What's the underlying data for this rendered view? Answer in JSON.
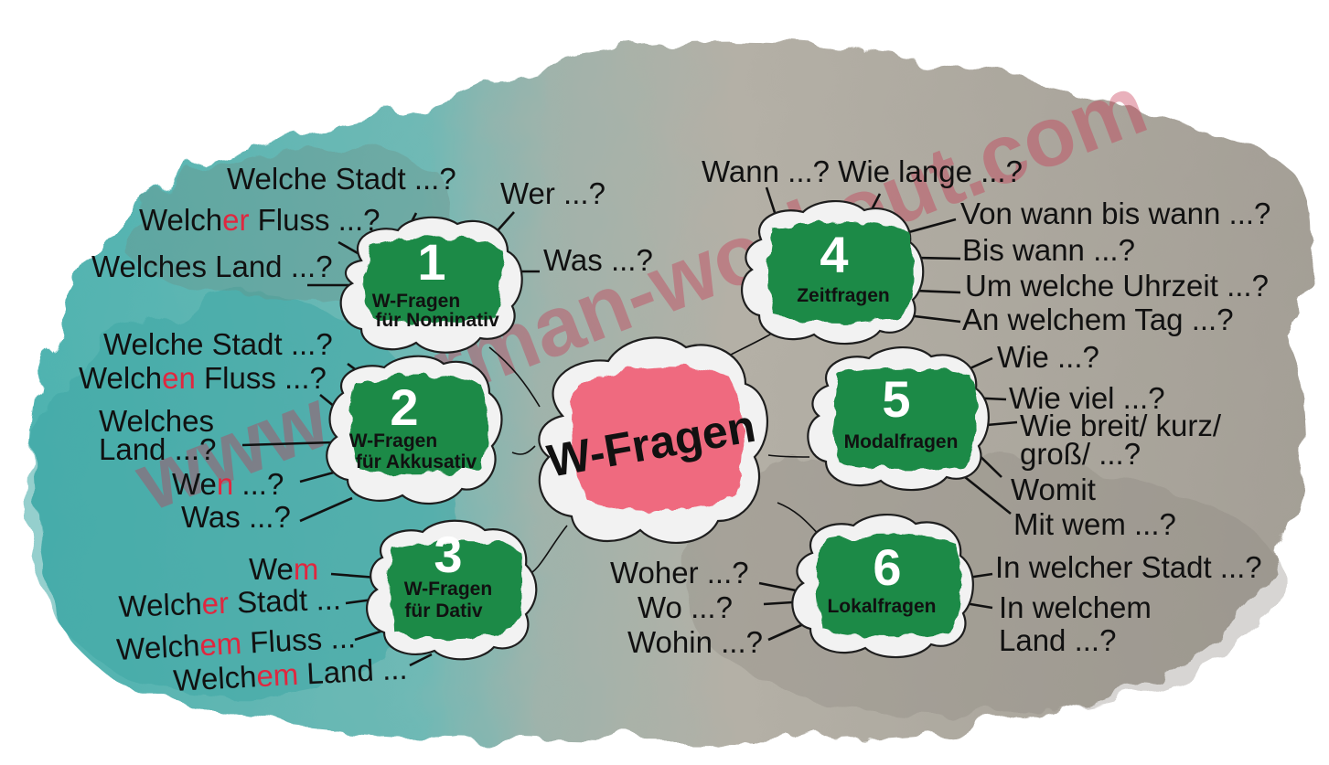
{
  "center": {
    "title": "W-Fragen"
  },
  "watermark": "www.german-workout.com",
  "colors": {
    "accent_green": "#1f8a47",
    "center_pink": "#ef5b73",
    "highlight": "#e0273f",
    "teal_bg": "#4fb3b0",
    "gray_bg": "#a7a49c"
  },
  "groups": [
    {
      "number": "1",
      "label_line1": "W-Fragen",
      "label_line2": "für Nominativ",
      "questions": [
        {
          "pre": "Welche Stadt ...?",
          "hl": "",
          "post": ""
        },
        {
          "pre": "Welch",
          "hl": "er",
          "post": " Fluss ...?"
        },
        {
          "pre": "Welches Land ...?",
          "hl": "",
          "post": ""
        },
        {
          "pre": "Wer ...?",
          "hl": "",
          "post": ""
        },
        {
          "pre": "Was ...?",
          "hl": "",
          "post": ""
        }
      ]
    },
    {
      "number": "2",
      "label_line1": "W-Fragen",
      "label_line2": "für Akkusativ",
      "questions": [
        {
          "pre": "Welche Stadt ...?",
          "hl": "",
          "post": ""
        },
        {
          "pre": "Welch",
          "hl": "en",
          "post": " Fluss ...?"
        },
        {
          "pre": "Welches",
          "hl": "",
          "post": ""
        },
        {
          "pre": "Land ...?",
          "hl": "",
          "post": ""
        },
        {
          "pre": "We",
          "hl": "n",
          "post": " ...?"
        },
        {
          "pre": "Was ...?",
          "hl": "",
          "post": ""
        }
      ]
    },
    {
      "number": "3",
      "label_line1": "W-Fragen",
      "label_line2": "für Dativ",
      "questions": [
        {
          "pre": "We",
          "hl": "m",
          "post": ""
        },
        {
          "pre": "Welch",
          "hl": "er",
          "post": " Stadt ..."
        },
        {
          "pre": "Welch",
          "hl": "em",
          "post": " Fluss ..."
        },
        {
          "pre": "Welch",
          "hl": "em",
          "post": " Land ..."
        }
      ]
    },
    {
      "number": "4",
      "label_line1": "Zeitfragen",
      "questions": [
        {
          "pre": "Wann ...? Wie lange ...?",
          "hl": "",
          "post": ""
        },
        {
          "pre": "Von wann bis wann ...?",
          "hl": "",
          "post": ""
        },
        {
          "pre": "Bis wann ...?",
          "hl": "",
          "post": ""
        },
        {
          "pre": "Um welche Uhrzeit ...?",
          "hl": "",
          "post": ""
        },
        {
          "pre": "An welchem Tag ...?",
          "hl": "",
          "post": ""
        }
      ]
    },
    {
      "number": "5",
      "label_line1": "Modalfragen",
      "questions": [
        {
          "pre": "Wie ...?",
          "hl": "",
          "post": ""
        },
        {
          "pre": "Wie viel ...?",
          "hl": "",
          "post": ""
        },
        {
          "pre": "Wie breit/ kurz/",
          "hl": "",
          "post": ""
        },
        {
          "pre": "groß/ ...?",
          "hl": "",
          "post": ""
        },
        {
          "pre": "Womit",
          "hl": "",
          "post": ""
        },
        {
          "pre": "Mit wem ...?",
          "hl": "",
          "post": ""
        }
      ]
    },
    {
      "number": "6",
      "label_line1": "Lokalfragen",
      "questions": [
        {
          "pre": "Woher ...?",
          "hl": "",
          "post": ""
        },
        {
          "pre": "Wo ...?",
          "hl": "",
          "post": ""
        },
        {
          "pre": "Wohin ...?",
          "hl": "",
          "post": ""
        },
        {
          "pre": "In welcher Stadt ...?",
          "hl": "",
          "post": ""
        },
        {
          "pre": "In welchem",
          "hl": "",
          "post": ""
        },
        {
          "pre": "Land ...?",
          "hl": "",
          "post": ""
        }
      ]
    }
  ]
}
